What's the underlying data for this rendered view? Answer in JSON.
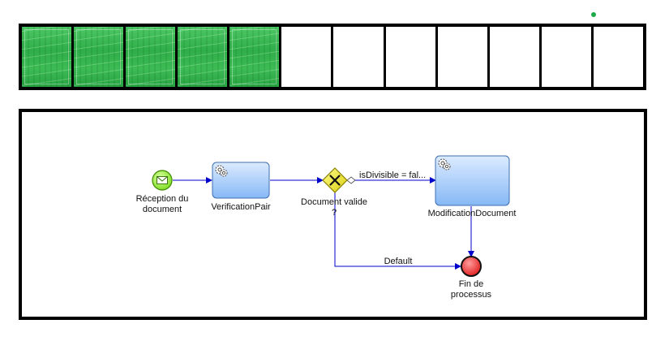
{
  "progress": {
    "total_cells": 12,
    "filled_cells": 5,
    "fill_color": "#2fae49",
    "indicator_color": "#1faa4a"
  },
  "diagram": {
    "start_event": {
      "label_line1": "Réception du",
      "label_line2": "document",
      "icon": "envelope-icon",
      "color": "#8ee833"
    },
    "task_verification": {
      "label": "VerificationPair",
      "icon": "gear-icon"
    },
    "gateway": {
      "label_line1": "Document valide",
      "label_line2": "?",
      "icon": "x-icon",
      "color": "#e8e42a"
    },
    "flow_condition": {
      "label": "isDivisible = fal..."
    },
    "task_modification": {
      "label": "ModificationDocument",
      "icon": "gear-icon"
    },
    "flow_default": {
      "label": "Default"
    },
    "end_event": {
      "label_line1": "Fin de",
      "label_line2": "processus",
      "color": "#e8202a"
    },
    "connector_color": "#0000cc"
  }
}
